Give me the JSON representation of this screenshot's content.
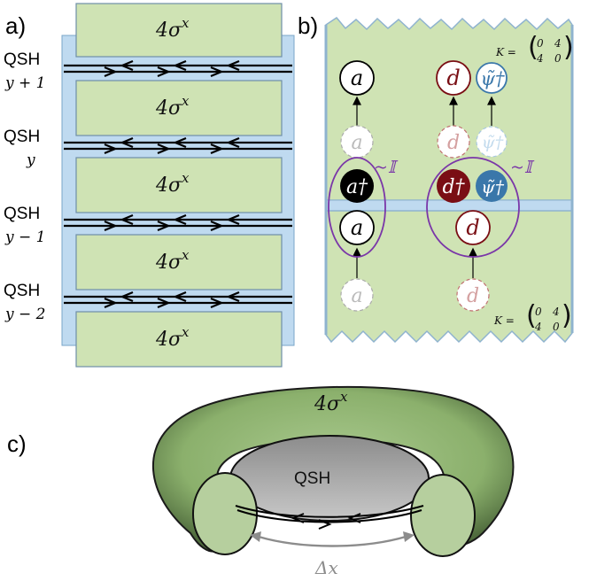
{
  "panel_a": {
    "label": "a)",
    "block_label": "4σ",
    "block_sup": "x",
    "rows": [
      {
        "title": "QSH",
        "index": "y + 1"
      },
      {
        "title": "QSH",
        "index": "y"
      },
      {
        "title": "QSH",
        "index": "y − 1"
      },
      {
        "title": "QSH",
        "index": "y − 2"
      }
    ]
  },
  "panel_b": {
    "label": "b)",
    "k_matrix_label": "K =",
    "k_matrix": [
      [
        "0",
        "4"
      ],
      [
        "4",
        "0"
      ]
    ],
    "identity_label": "~𝕀",
    "op_a": "a",
    "op_a_dag": "a†",
    "op_d": "d",
    "op_d_dag": "d†",
    "op_psi_dag": "ψ̃†",
    "colors": {
      "green": "#cfe3b4",
      "dark_red": "#7a0e14",
      "blue": "#3a77aa",
      "purple": "#7a36a8",
      "light_blue": "#bfdaf0"
    }
  },
  "panel_c": {
    "label": "c)",
    "torus_label": "4σ",
    "torus_sup": "x",
    "center_label": "QSH",
    "delta_label": "Δx"
  }
}
